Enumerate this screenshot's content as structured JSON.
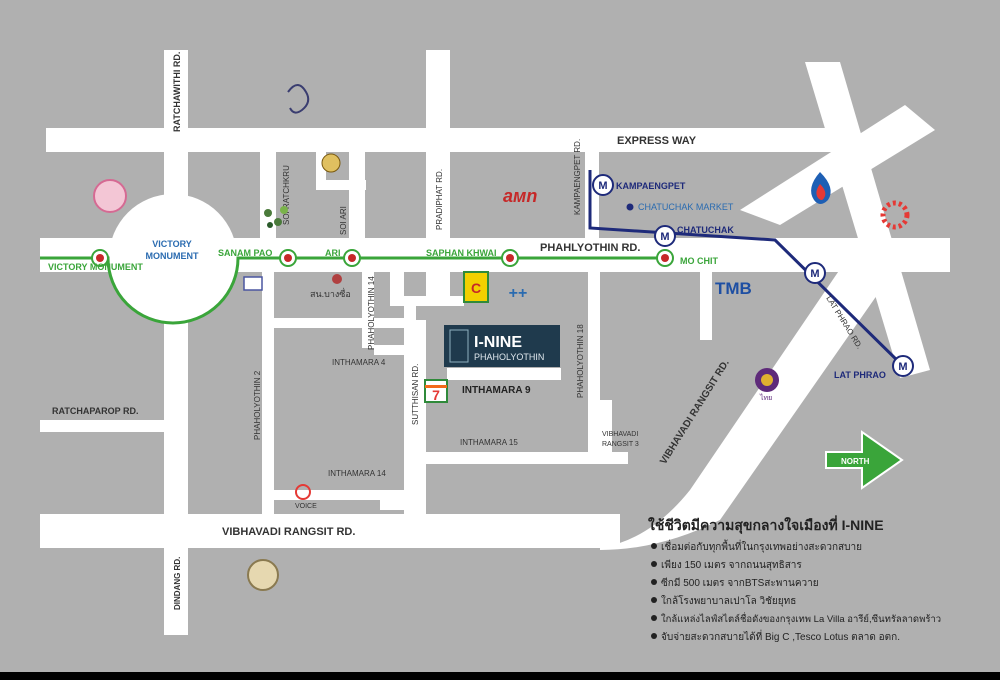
{
  "roads": {
    "ratchawithi": "RATCHAWITHI RD.",
    "expressway": "EXPRESS WAY",
    "soi_ratchkru": "SOI RATCHKRU",
    "soi_ari": "SOI ARI",
    "pradiphat": "PRADIPHAT RD.",
    "kampaengpet_rd": "KAMPAENGPET RD.",
    "phahlyothin": "PHAHLYOTHIN RD.",
    "phaholyothin14": "PHAHOLYOTHIN 14",
    "phaholyothin2": "PHAHOLYOTHIN 2",
    "phaholyothin18": "PHAHOLYOTHIN 18",
    "inthamara4": "INTHAMARA 4",
    "inthamara9": "INTHAMARA 9",
    "inthamara14": "INTHAMARA 14",
    "inthamara15": "INTHAMARA 15",
    "vibhavadi_soi3_l1": "VIBHAVADI",
    "vibhavadi_soi3_l2": "RANGSIT 3",
    "suthisan": "SUTTHISAN RD.",
    "ratchaparop": "RATCHAPAROP RD.",
    "vibhavadi_h": "VIBHAVADI RANGSIT RD.",
    "vibhavadi_diag": "VIBHAVADI RANGSIT RD.",
    "lat_phrao_rd": "LAT PHRAO RD.",
    "dindang": "DINDANG RD."
  },
  "stations": {
    "victory_monument_bts": "VICTORY MONUMENT",
    "victory_monument_circle_l1": "VICTORY",
    "victory_monument_circle_l2": "MONUMENT",
    "sanam_pao": "SANAM PAO",
    "ari": "ARI",
    "saphan_khwai": "SAPHAN KHWAI",
    "mo_chit": "MO CHIT",
    "kampaengpet": "KAMPAENGPET",
    "chatuchak": "CHATUCHAK",
    "lat_phrao": "LAT PHRAO",
    "mrt_symbol": "M"
  },
  "places": {
    "chatuchak_market": "CHATUCHAK MARKET",
    "tmb": "TMB",
    "amn": "aмn",
    "thai_label": "สน.บางซื่อ",
    "thai_airways": "ไทย",
    "voice": "VOICE",
    "plus_sign": "++",
    "c_logo": "C"
  },
  "project": {
    "name": "I-NINE",
    "subtitle": "PHAHOLYOTHIN"
  },
  "seven_eleven": "7",
  "north_label": "NORTH",
  "headline": "ใช้ชีวิตมีความสุขกลางใจเมืองที่ I-NINE",
  "bullets": [
    "เชื่อมต่อกับทุกพื้นที่ในกรุงเทพอย่างสะดวกสบาย",
    "เพียง 150 เมตร จากถนนสุทธิสาร",
    "ซีกมี 500 เมตร จากBTSสะพานควาย",
    "ใกล้โรงพยาบาลเปาโล วิชัยยุทธ",
    "ใกล้แหล่งไลฟ์สไตล์ชื่อดังของกรุงเทพ La Villa อารีย์,ซีนทรัลลาดพร้าว",
    "จับจ่ายสะดวกสบายได้ที่ Big C ,Tesco Lotus ตลาด อตก."
  ],
  "colors": {
    "background": "#b0b0b0",
    "road": "#ffffff",
    "bts": "#3aa53a",
    "mrt": "#1e2a7a",
    "project_box": "#1f3a4d",
    "bottom_bar": "#000000"
  }
}
